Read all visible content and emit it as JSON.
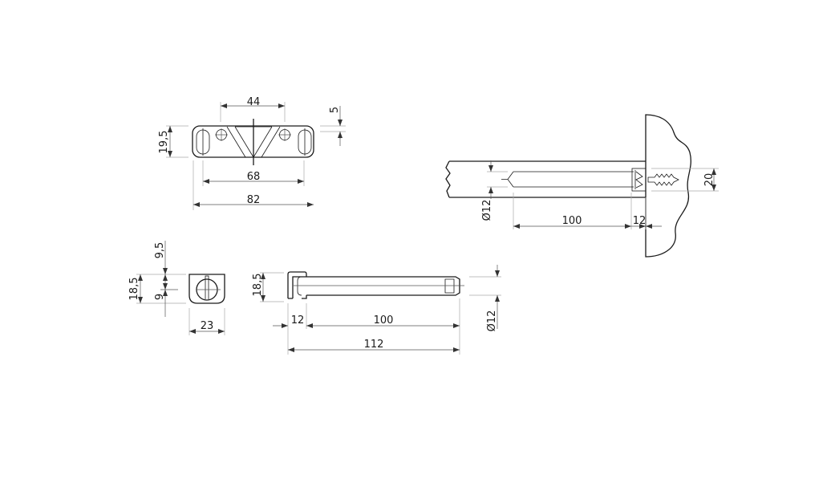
{
  "views": {
    "top": {
      "dim_44": "44",
      "dim_5": "5",
      "dim_19_5": "19,5",
      "dim_68": "68",
      "dim_82": "82"
    },
    "installed": {
      "dim_dia12": "Ø12",
      "dim_100": "100",
      "dim_12": "12",
      "dim_20": "20"
    },
    "front": {
      "dim_9_5": "9,5",
      "dim_18_5": "18,5",
      "dim_9": "9",
      "dim_23": "23"
    },
    "side": {
      "dim_18_5": "18,5",
      "dim_12": "12",
      "dim_100": "100",
      "dim_112": "112",
      "dim_dia12": "Ø12"
    }
  }
}
